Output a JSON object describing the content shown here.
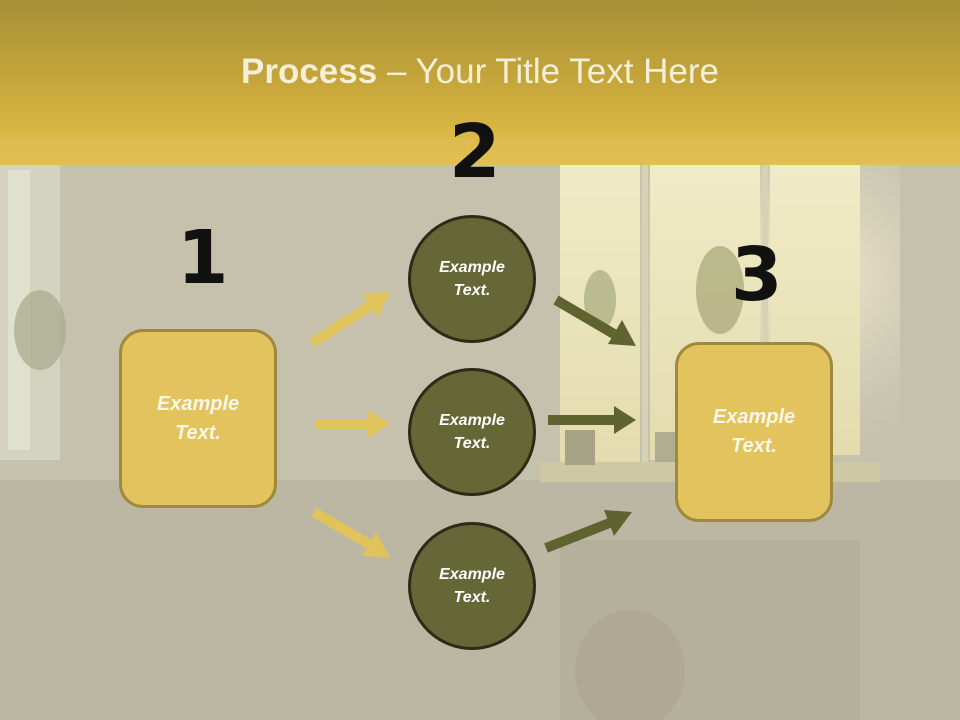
{
  "slide": {
    "title_bold": "Process",
    "title_light": " – Your Title Text Here"
  },
  "steps": {
    "one": {
      "number": "1",
      "box_text": "Example\nText."
    },
    "two": {
      "number": "2",
      "circles": [
        {
          "text": "Example\nText."
        },
        {
          "text": "Example\nText."
        },
        {
          "text": "Example\nText."
        }
      ]
    },
    "three": {
      "number": "3",
      "box_text": "Example\nText."
    }
  },
  "colors": {
    "title_band": "#d4b340",
    "box_fill": "#e2c35e",
    "circle_fill": "#666736",
    "left_arrow": "#e0c35a",
    "right_arrow": "#5e6330"
  }
}
